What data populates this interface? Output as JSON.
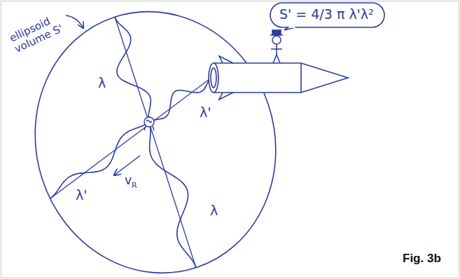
{
  "diagram": {
    "nodes": [
      {
        "text": [
          "S' = 4/3 π λ'λ²"
        ]
      }
    ],
    "labels": [
      "ellipsoid volume S'",
      "λ",
      "λ'",
      "λ'",
      "v",
      "R",
      "λ",
      "Fig. 3b"
    ]
  }
}
